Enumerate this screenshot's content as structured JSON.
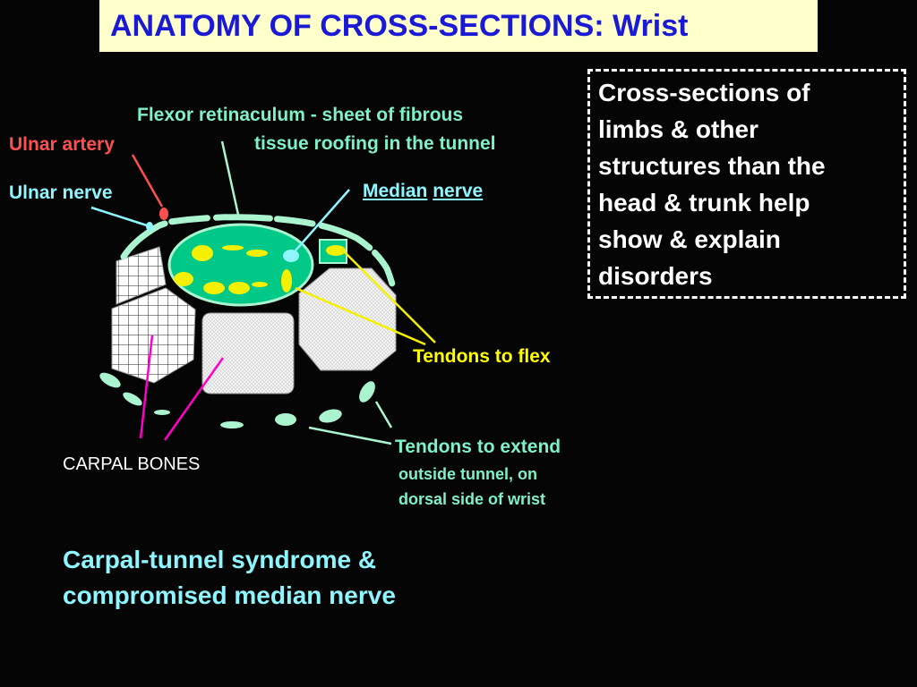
{
  "title": "ANATOMY OF CROSS-SECTIONS:  Wrist",
  "note_lines": [
    "Cross-sections of",
    "limbs & other",
    "structures than the",
    "head & trunk help",
    "show & explain",
    "disorders"
  ],
  "labels": {
    "flexor_line1": "Flexor retinaculum - sheet of fibrous",
    "flexor_line2": "tissue roofing in the tunnel",
    "ulnar_artery": "Ulnar artery",
    "ulnar_nerve": "Ulnar nerve",
    "median": "Median",
    "nerve": "nerve",
    "tendons_flex": "Tendons to flex",
    "tendons_extend": "Tendons to extend",
    "extend_line2": "outside tunnel,  on",
    "extend_line3": "dorsal side of wrist",
    "carpal_bones": "CARPAL BONES",
    "syndrome_line1": "Carpal-tunnel syndrome &",
    "syndrome_line2": "compromised median nerve"
  },
  "colors": {
    "title_bg": "#ffffcc",
    "title_text": "#1a1ad6",
    "tunnel_fill": "#00c887",
    "tendon_yellow": "#f5f000",
    "retinaculum": "#aaf5d0",
    "carpal_arrow": "#ff00c8",
    "ulnar_artery": "#ff5050",
    "nerve_cyan": "#8ff6ff"
  }
}
